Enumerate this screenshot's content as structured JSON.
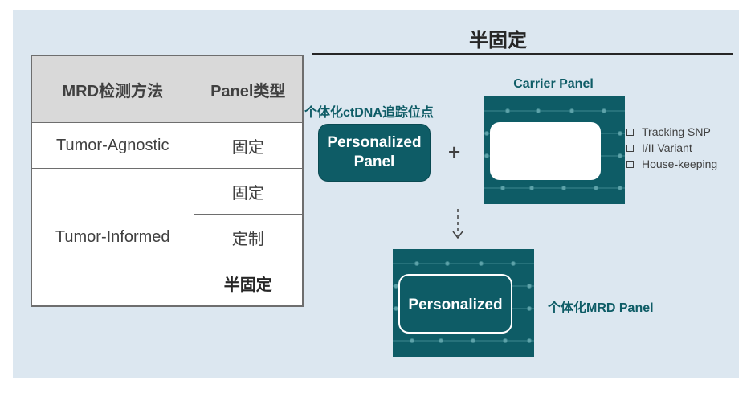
{
  "table": {
    "headers": [
      "MRD检测方法",
      "Panel类型"
    ],
    "rows": [
      {
        "method": "Tumor-Agnostic",
        "types": [
          "固定"
        ]
      },
      {
        "method": "Tumor-Informed",
        "types": [
          "固定",
          "定制",
          "半固定"
        ]
      }
    ]
  },
  "diagram": {
    "title": "半固定",
    "tracking_label": "个体化ctDNA追踪位点",
    "personalized_panel_label": "Personalized\nPanel",
    "plus": "+",
    "carrier_title": "Carrier Panel",
    "legend": [
      "Tracking SNP",
      "I/II Variant",
      "House-keeping"
    ],
    "result_box_label": "Personalized",
    "result_label": "个体化MRD Panel"
  },
  "colors": {
    "teal": "#0e5c66",
    "background": "#dce7f0",
    "header_gray": "#d9d9d9"
  }
}
